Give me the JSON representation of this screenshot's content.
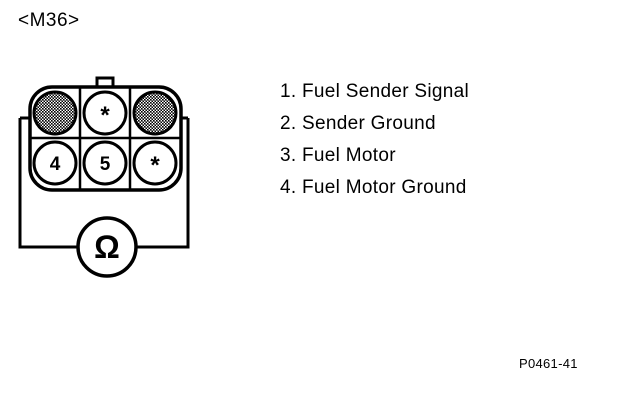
{
  "connector_label": "<M36>",
  "figure_code": "P0461-41",
  "cavities": [
    {
      "label": "",
      "shaded": true
    },
    {
      "label": "*",
      "shaded": false
    },
    {
      "label": "",
      "shaded": true
    },
    {
      "label": "4",
      "shaded": false
    },
    {
      "label": "5",
      "shaded": false
    },
    {
      "label": "*",
      "shaded": false
    }
  ],
  "meter_symbol": "Ω",
  "pins": [
    {
      "text": "1. Fuel Sender Signal"
    },
    {
      "text": "2. Sender Ground"
    },
    {
      "text": "3. Fuel Motor"
    },
    {
      "text": "4. Fuel Motor Ground"
    }
  ],
  "colors": {
    "line": "#000000",
    "background": "#ffffff",
    "shaded_pin": "#6e6e6e"
  }
}
